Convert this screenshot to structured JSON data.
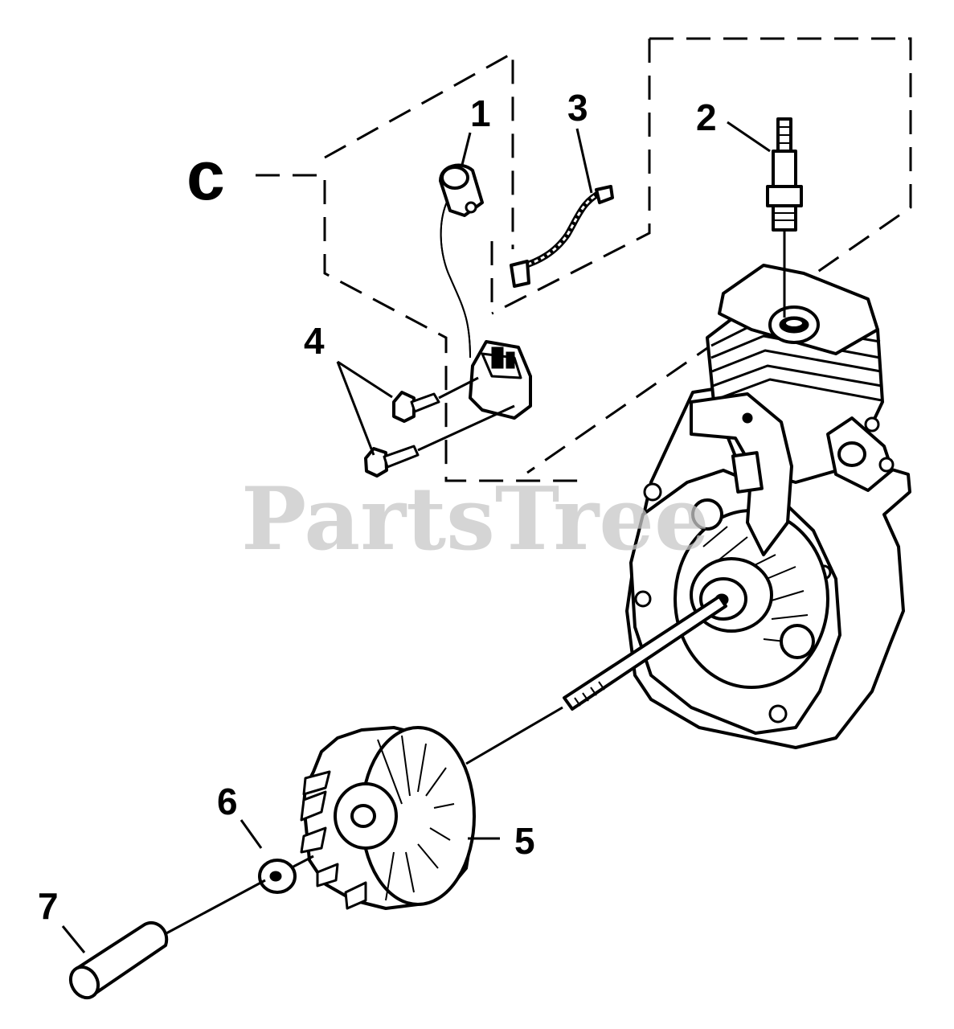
{
  "diagram": {
    "watermark": "PartsTree",
    "section_label": "C",
    "callouts": [
      "1",
      "2",
      "3",
      "4",
      "5",
      "6",
      "7"
    ]
  },
  "colors": {
    "ink": "#000000",
    "paper": "#ffffff",
    "watermark": "#c8c8c8"
  }
}
